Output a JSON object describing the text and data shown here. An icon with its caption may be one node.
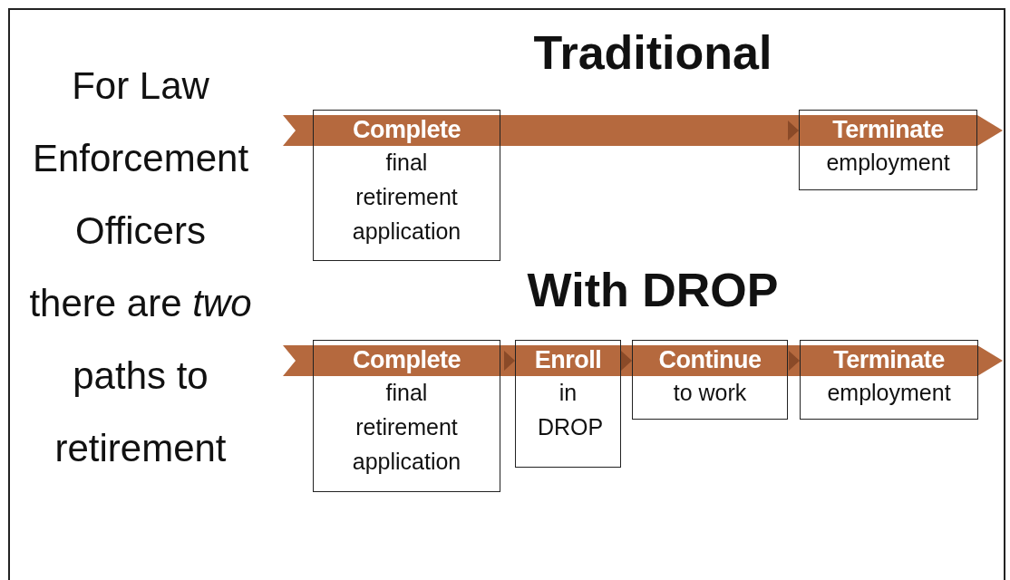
{
  "diagram": {
    "nodes": [
      {
        "text": [
          "Complete",
          "final retirement application"
        ]
      },
      {
        "text": [
          "Terminate",
          "employment"
        ]
      },
      {
        "text": [
          "Complete",
          "final retirement application"
        ]
      },
      {
        "text": [
          "Enroll",
          "in DROP"
        ]
      },
      {
        "text": [
          "Continue",
          "to work"
        ]
      },
      {
        "text": [
          "Terminate",
          "employment"
        ]
      }
    ],
    "edges": [
      {
        "from": 0,
        "to": 1,
        "arrow": "to"
      },
      {
        "from": 2,
        "to": 3,
        "arrow": "to"
      },
      {
        "from": 3,
        "to": 4,
        "arrow": "to"
      },
      {
        "from": 4,
        "to": 5,
        "arrow": "to"
      }
    ],
    "labels": [
      "For Law Enforcement Officers there are *two* paths to retirement",
      "Traditional",
      "With DROP"
    ]
  }
}
